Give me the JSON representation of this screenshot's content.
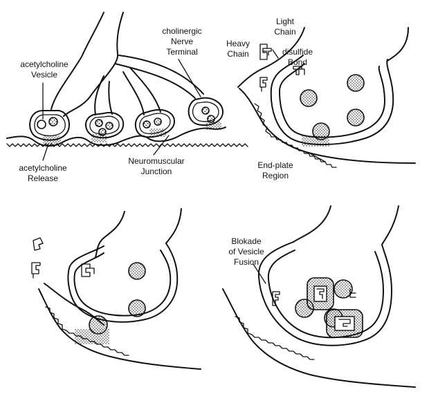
{
  "labels": {
    "acetylcholine_vesicle": "acetylcholine\nVesicle",
    "cholinergic_terminal": "cholinergic\nNerve\nTerminal",
    "acetylcholine_release": "acetylcholine\nRelease",
    "neuromuscular_junction": "Neuromuscular\nJunction",
    "light_chain": "Light\nChain",
    "heavy_chain": "Heavy\nChain",
    "disulfide_bond": "disulfide\nBond",
    "endplate_region": "End-plate\nRegion",
    "blockade_fusion": "Blokade\nof Vesicle\nFusion"
  }
}
